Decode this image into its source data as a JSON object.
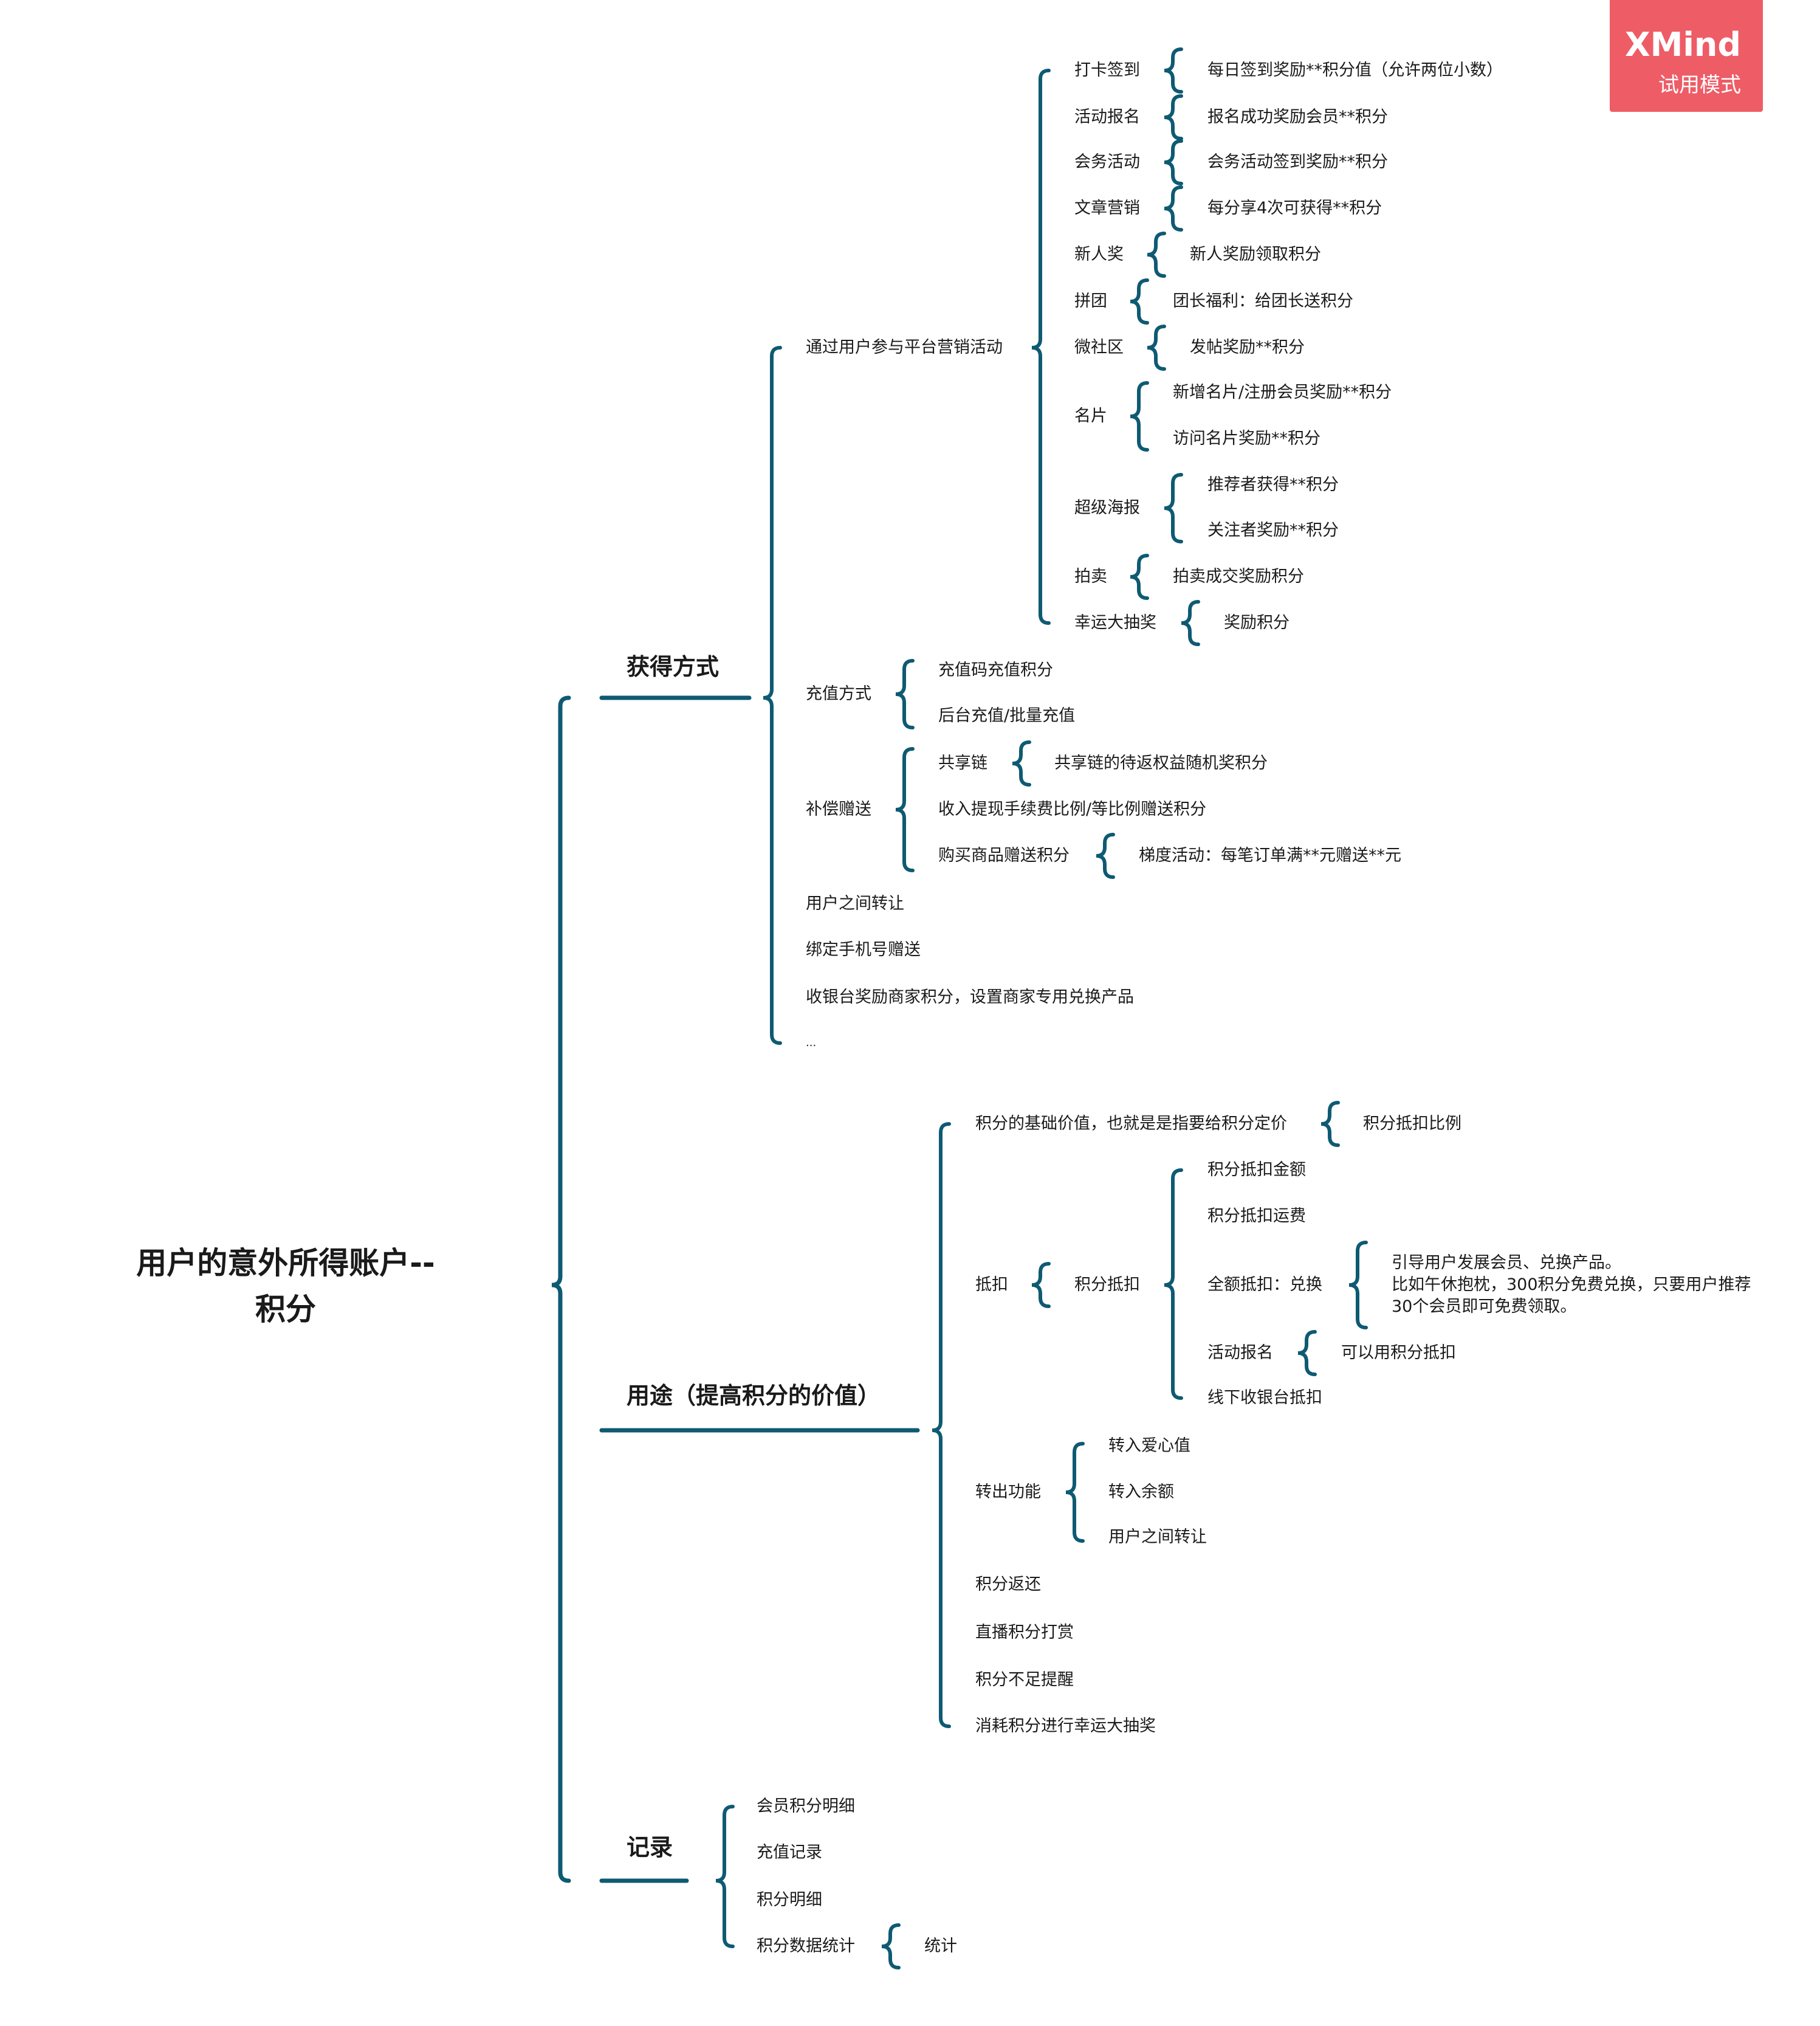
{
  "watermark": {
    "brand": "XMind",
    "mode": "试用模式",
    "color": "#ee5c66"
  },
  "line_color": "#0e5a72",
  "root": {
    "title": "用户的意外所得账户--\n积分"
  },
  "branches": {
    "obtain": {
      "label": "获得方式",
      "marketing": {
        "label": "通过用户参与平台营销活动",
        "items": [
          {
            "label": "打卡签到",
            "children": [
              "每日签到奖励**积分值（允许两位小数）"
            ]
          },
          {
            "label": "活动报名",
            "children": [
              "报名成功奖励会员**积分"
            ]
          },
          {
            "label": "会务活动",
            "children": [
              "会务活动签到奖励**积分"
            ]
          },
          {
            "label": "文章营销",
            "children": [
              "每分享4次可获得**积分"
            ]
          },
          {
            "label": "新人奖",
            "children": [
              "新人奖励领取积分"
            ]
          },
          {
            "label": "拼团",
            "children": [
              "团长福利：给团长送积分"
            ]
          },
          {
            "label": "微社区",
            "children": [
              "发帖奖励**积分"
            ]
          },
          {
            "label": "名片",
            "children": [
              "新增名片/注册会员奖励**积分",
              "访问名片奖励**积分"
            ]
          },
          {
            "label": "超级海报",
            "children": [
              "推荐者获得**积分",
              "关注者奖励**积分"
            ]
          },
          {
            "label": "拍卖",
            "children": [
              "拍卖成交奖励积分"
            ]
          },
          {
            "label": "幸运大抽奖",
            "children": [
              "奖励积分"
            ]
          }
        ]
      },
      "recharge": {
        "label": "充值方式",
        "children": [
          "充值码充值积分",
          "后台充值/批量充值"
        ]
      },
      "compensation": {
        "label": "补偿赠送",
        "children": [
          {
            "label": "共享链",
            "child": "共享链的待返权益随机奖积分"
          },
          {
            "label": "收入提现手续费比例/等比例赠送积分"
          },
          {
            "label": "购买商品赠送积分",
            "child": "梯度活动：每笔订单满**元赠送**元"
          }
        ]
      },
      "others": [
        "用户之间转让",
        "绑定手机号赠送",
        "收银台奖励商家积分，设置商家专用兑换产品",
        "..."
      ]
    },
    "usage": {
      "label": "用途（提高积分的价值）",
      "base_value": {
        "label": "积分的基础价值，也就是是指要给积分定价",
        "child": "积分抵扣比例"
      },
      "deduct": {
        "label": "抵扣",
        "sub": {
          "label": "积分抵扣",
          "items": [
            {
              "label": "积分抵扣金额"
            },
            {
              "label": "积分抵扣运费"
            },
            {
              "label": "全额抵扣：兑换",
              "detail": [
                "引导用户发展会员、兑换产品。",
                "比如午休抱枕，300积分免费兑换，只要用户推荐",
                "30个会员即可免费领取。"
              ]
            },
            {
              "label": "活动报名",
              "child": "可以用积分抵扣"
            },
            {
              "label": "线下收银台抵扣"
            }
          ]
        }
      },
      "transfer": {
        "label": "转出功能",
        "children": [
          "转入爱心值",
          "转入余额",
          "用户之间转让"
        ]
      },
      "others": [
        "积分返还",
        "直播积分打赏",
        "积分不足提醒",
        "消耗积分进行幸运大抽奖"
      ]
    },
    "records": {
      "label": "记录",
      "items": [
        "会员积分明细",
        "充值记录",
        "积分明细",
        "积分数据统计"
      ],
      "stats_child": "统计"
    }
  }
}
